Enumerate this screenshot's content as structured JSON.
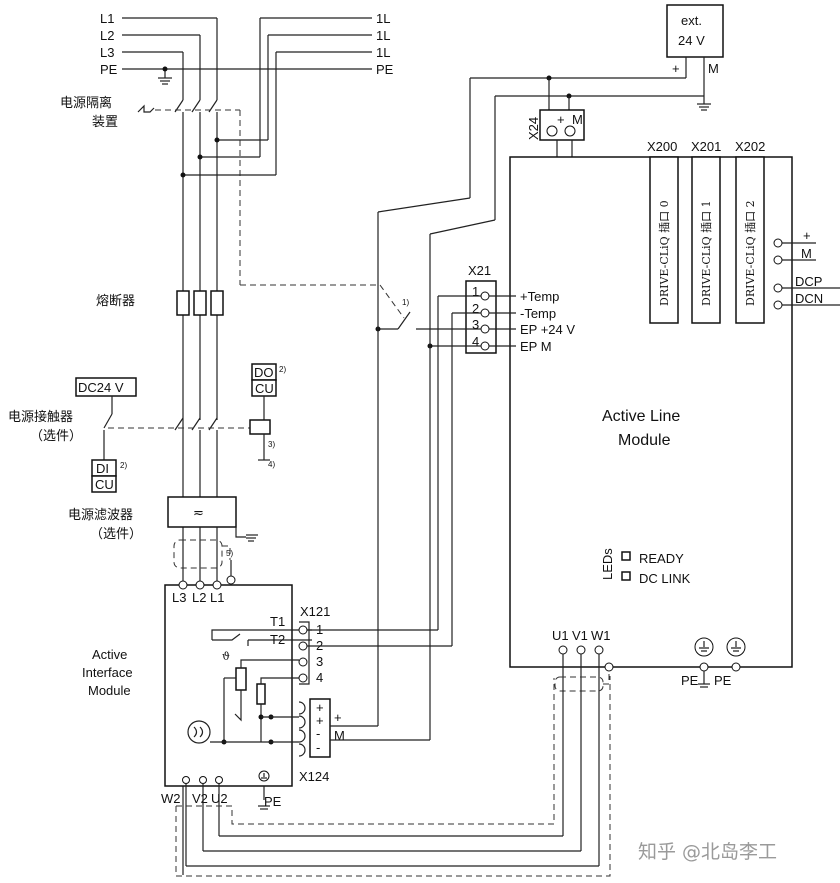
{
  "supply": {
    "l1": "L1",
    "l2": "L2",
    "l3": "L3",
    "pe": "PE",
    "o1": "1L",
    "o2": "1L",
    "o3": "1L",
    "ope": "PE"
  },
  "isolator": {
    "l1": "电源隔离",
    "l2": "装置"
  },
  "fuse": "熔断器",
  "contactor": {
    "l1": "电源接触器",
    "l2": "（选件）",
    "dc24": "DC24 V",
    "di": "DI",
    "cu": "CU",
    "note": "2)"
  },
  "do_block": {
    "do": "DO",
    "cu": "CU",
    "n2": "2)",
    "n3": "3)",
    "n4": "4)"
  },
  "filter": {
    "l1": "电源滤波器",
    "l2": "（选件）",
    "symbol": "≂",
    "note": "5)"
  },
  "ext24": {
    "l1": "ext.",
    "l2": "24 V",
    "plus": "+",
    "m": "M"
  },
  "x24": {
    "name": "X24",
    "plus": "+",
    "m": "M"
  },
  "x21": {
    "name": "X21",
    "pins": [
      "1",
      "2",
      "3",
      "4"
    ],
    "labels": [
      "+Temp",
      "-Temp",
      "EP +24 V",
      "EP M"
    ],
    "note": "1)"
  },
  "drive_cliq": {
    "ports": [
      "X200",
      "X201",
      "X202"
    ],
    "slots": [
      "DRIVE-CLiQ 插口 0",
      "DRIVE-CLiQ 插口 1",
      "DRIVE-CLiQ 插口 2"
    ]
  },
  "alm": {
    "title1": "Active Line",
    "title2": "Module",
    "dc": [
      "+",
      "M",
      "DCP",
      "DCN"
    ],
    "leds_label": "LEDs",
    "led1": "READY",
    "led2": "DC LINK",
    "u1": "U1",
    "v1": "V1",
    "w1": "W1",
    "pe1": "PE",
    "pe2": "PE"
  },
  "aim": {
    "title1": "Active",
    "title2": "Interface",
    "title3": "Module",
    "top": [
      "L3",
      "L2",
      "L1"
    ],
    "x121": "X121",
    "t1": "T1",
    "t2": "T2",
    "pins": [
      "1",
      "2",
      "3",
      "4"
    ],
    "theta": "ϑ",
    "x124": "X124",
    "plus": "+",
    "m": "M",
    "bot": [
      "W2",
      "V2",
      "U2"
    ],
    "pe": "PE"
  },
  "watermark": "知乎 @北岛李工"
}
